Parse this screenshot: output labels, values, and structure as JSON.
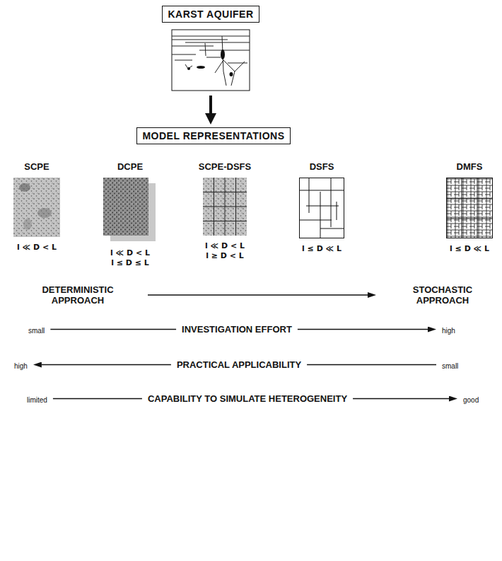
{
  "diagram": {
    "nodes": [
      {
        "text": [
          "KARST AQUIFER"
        ]
      },
      {
        "text": [
          "MODEL REPRESENTATIONS"
        ]
      },
      {
        "text": [
          "SCPE",
          "l ≪ D < L"
        ]
      },
      {
        "text": [
          "DCPE",
          "l ≪ D < L",
          "l ≤ D ≤ L"
        ]
      },
      {
        "text": [
          "SCPE-DSFS",
          "l ≪ D < L",
          "l ≥ D < L"
        ]
      },
      {
        "text": [
          "DSFS",
          "l ≤ D ≪ L"
        ]
      },
      {
        "text": [
          "DMFS",
          "l ≤ D ≪ L"
        ]
      }
    ],
    "edges": [
      {
        "from": 0,
        "to": 1,
        "arrow": "to"
      }
    ],
    "labels": [
      "DETERMINISTIC APPROACH",
      "STOCHASTIC APPROACH",
      "small",
      "INVESTIGATION EFFORT",
      "high",
      "high",
      "PRACTICAL APPLICABILITY",
      "small",
      "limited",
      "CAPABILITY TO SIMULATE HETEROGENEITY",
      "good"
    ]
  }
}
